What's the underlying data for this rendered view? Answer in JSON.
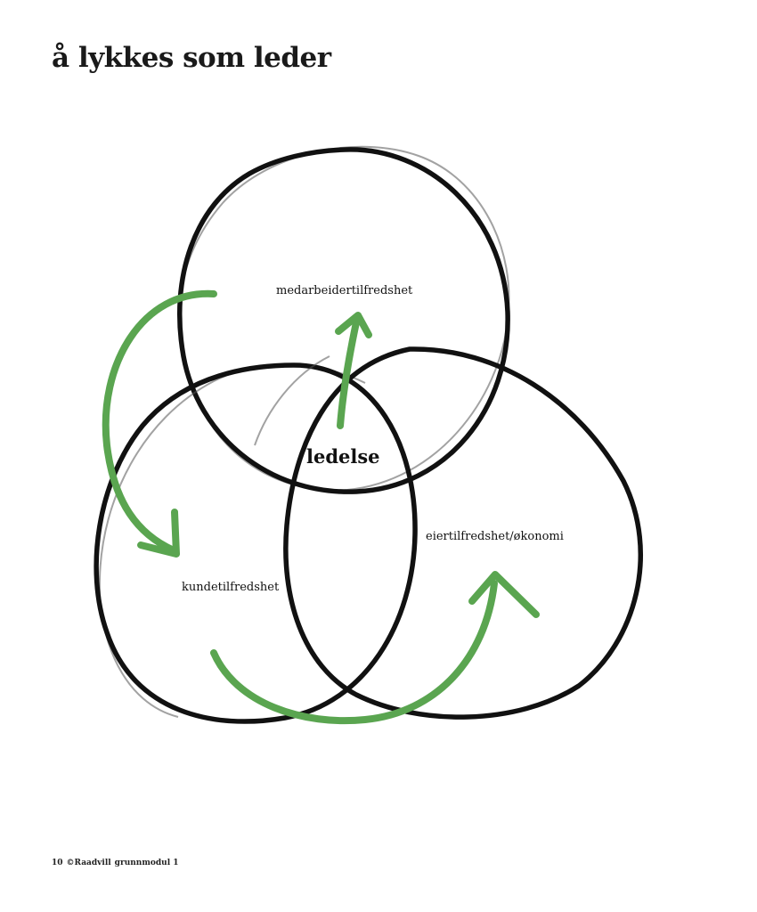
{
  "header": {
    "title": "å lykkes som leder"
  },
  "diagram": {
    "circles": [
      {
        "label": "medarbeidertilfredshet"
      },
      {
        "label": "kundetilfredshet"
      },
      {
        "label": "eiertilfredshet/økonomi"
      }
    ],
    "center_label": "ledelse",
    "colors": {
      "circle_stroke": "#111111",
      "arrow": "#5aa550"
    }
  },
  "footer": {
    "page_number": "10",
    "brand": "©Raadvill",
    "module": "grunnmodul 1"
  }
}
